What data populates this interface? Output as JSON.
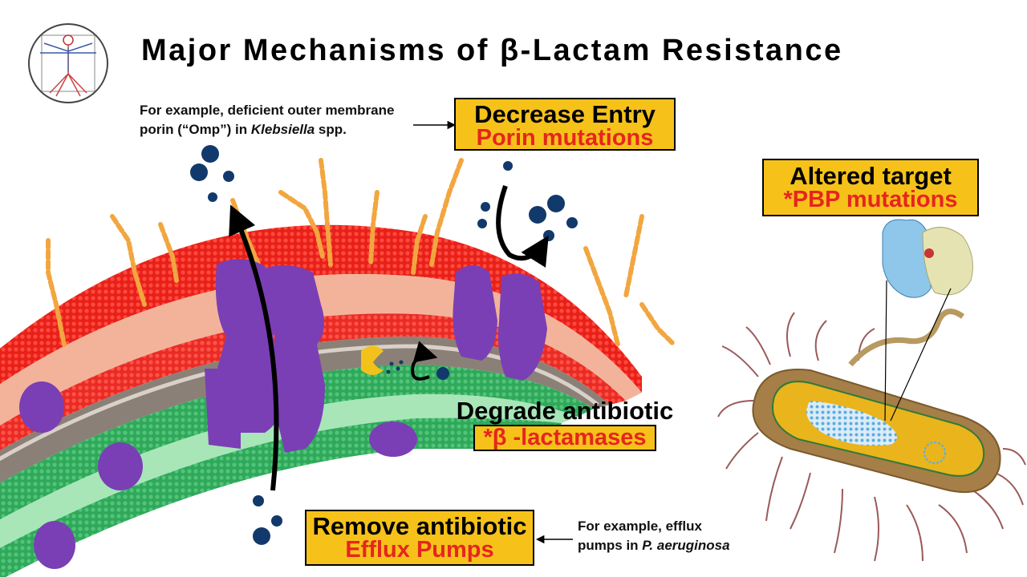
{
  "title": "Major Mechanisms of β-Lactam Resistance",
  "colors": {
    "label_box_fill": "#f6c21a",
    "label_heading": "#000000",
    "label_sub": "#e6251e",
    "membrane_outer": "#e8201a",
    "membrane_inner": "#2fa85a",
    "transporter": "#7a3fb5",
    "antibiotic": "#12396b",
    "lipopolysaccharide": "#f2a640",
    "bacterium_body": "#a67e47",
    "bacterium_interior": "#e9b41c",
    "pbp_protein_a": "#8ec7ea",
    "pbp_protein_b": "#e5e3b2"
  },
  "icons": {
    "logo": "vitruvian-man-logo",
    "pbp": "pbp-protein-structure",
    "bacterium": "bacterium-cell"
  },
  "mechanisms": {
    "decrease_entry": {
      "heading": "Decrease Entry",
      "sub": "Porin mutations"
    },
    "altered_target": {
      "heading": "Altered target",
      "sub": "*PBP mutations"
    },
    "degrade": {
      "heading": "Degrade antibiotic",
      "sub": "*β -lactamases"
    },
    "remove": {
      "heading": "Remove antibiotic",
      "sub": "Efflux Pumps"
    }
  },
  "notes": {
    "porin_line1": "For example, deficient outer membrane",
    "porin_line2_pre": "porin (“Omp”) in ",
    "porin_line2_italic": "Klebsiella",
    "porin_line2_post": " spp.",
    "efflux_line1": "For example, efflux",
    "efflux_line2_pre": "pumps  in ",
    "efflux_line2_italic": "P. aeruginosa"
  }
}
